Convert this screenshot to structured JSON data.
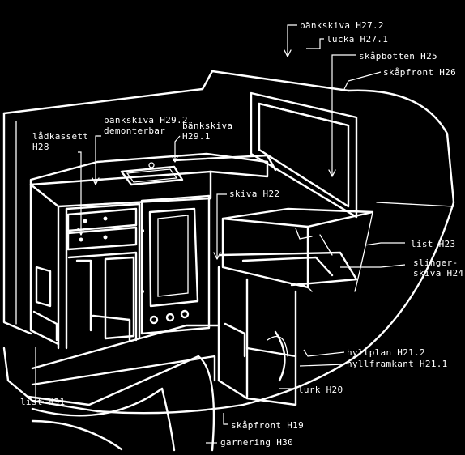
{
  "labels": {
    "bankskiva_h27_2": "bänkskiva H27.2",
    "lucka_h27_1": "lucka H27.1",
    "skapbotten_h25": "skåpbotten H25",
    "skapfront_h26": "skåpfront H26",
    "ladkassett_line1": "lådkassett",
    "ladkassett_line2": "H28",
    "bankskiva_h29_2_line1": "bänkskiva H29.2",
    "bankskiva_h29_2_line2": "demonterbar",
    "bankskiva_h29_1_line1": "bänkskiva",
    "bankskiva_h29_1_line2": "H29.1",
    "skiva_h22": "skiva H22",
    "list_h23": "list H23",
    "slingerskiva_line1": "slinger-",
    "slingerskiva_line2": "skiva H24",
    "hyllplan_h21_2": "hyllplan H21.2",
    "hyllframkant_h21_1": "hyllframkant H21.1",
    "lurk_h20": "lurk H20",
    "list_h31": "list H31",
    "skapfront_h19": "skåpfront H19",
    "garnering_h30": "garnering H30"
  }
}
